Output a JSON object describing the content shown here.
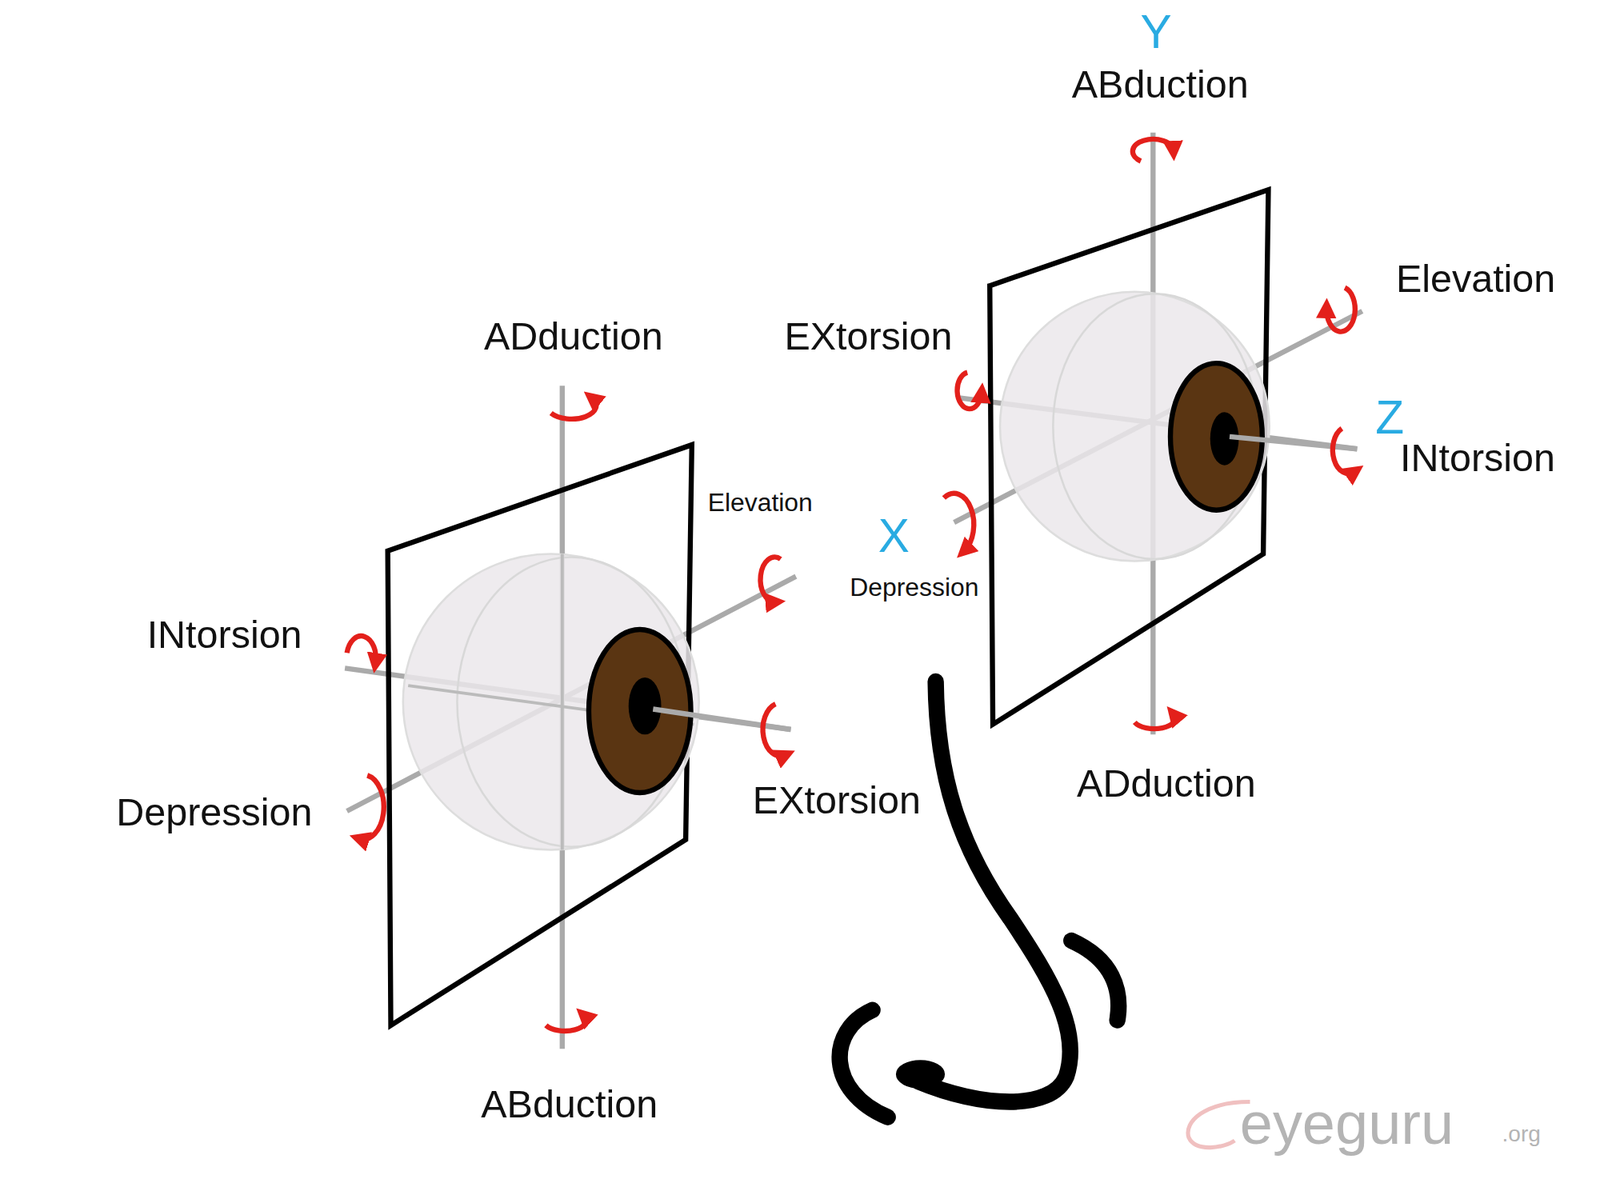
{
  "diagram": {
    "labels": [
      "Y",
      "ABduction",
      "ADduction",
      "Elevation",
      "EXtorsion",
      "Z",
      "INtorsion",
      "Elevation",
      "X",
      "Depression",
      "INtorsion",
      "ADduction",
      "Depression",
      "EXtorsion",
      "ABduction",
      "eyeguru",
      ".org"
    ]
  }
}
